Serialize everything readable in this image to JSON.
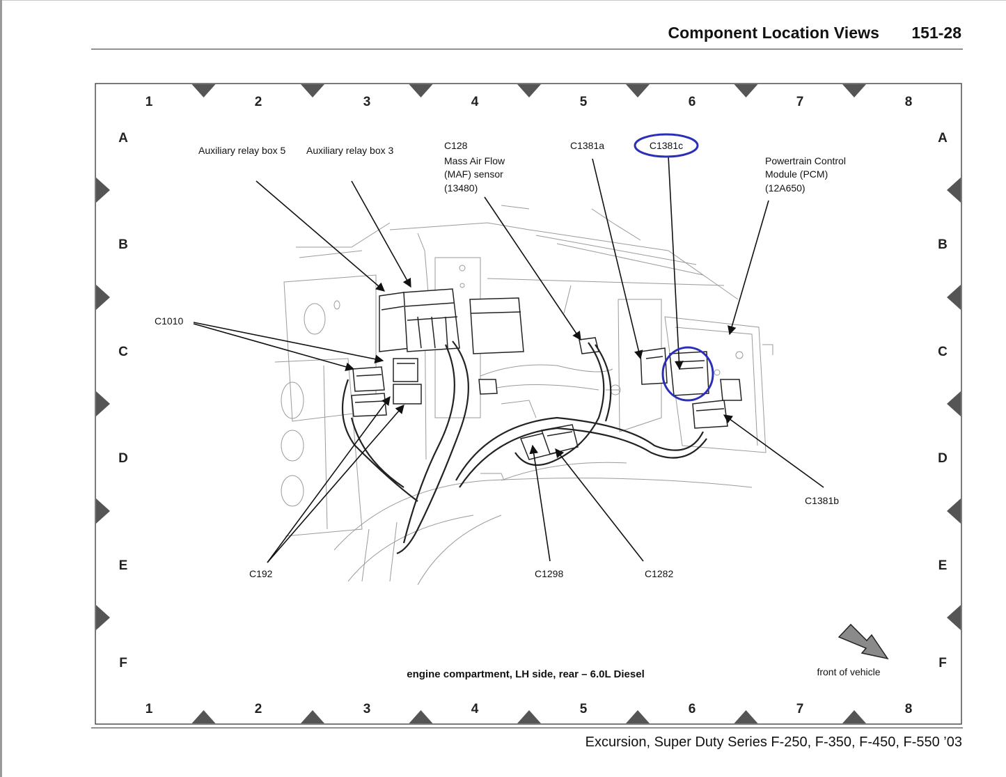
{
  "header": {
    "title": "Component Location Views",
    "page_number": "151-28"
  },
  "footer": {
    "text": "Excursion, Super Duty Series F-250, F-350, F-450, F-550 ’03"
  },
  "grid": {
    "columns": [
      "1",
      "2",
      "3",
      "4",
      "5",
      "6",
      "7",
      "8"
    ],
    "rows": [
      "A",
      "B",
      "C",
      "D",
      "E",
      "F"
    ]
  },
  "labels": {
    "aux5": "Auxiliary relay box 5",
    "aux3": "Auxiliary relay box 3",
    "c128": [
      "C128",
      "Mass Air Flow",
      "(MAF) sensor",
      "(13480)"
    ],
    "c1381a": "C1381a",
    "c1381c": "C1381c",
    "pcm": [
      "Powertrain Control",
      "Module (PCM)",
      "(12A650)"
    ],
    "c1010": "C1010",
    "c1381b": "C1381b",
    "c192": "C192",
    "c1298": "C1298",
    "c1282": "C1282"
  },
  "caption": "engine compartment, LH side, rear – 6.0L Diesel",
  "orientation": {
    "label": "front of vehicle",
    "icon": "front-arrow-icon"
  },
  "highlight_color": "#2b2fb8"
}
